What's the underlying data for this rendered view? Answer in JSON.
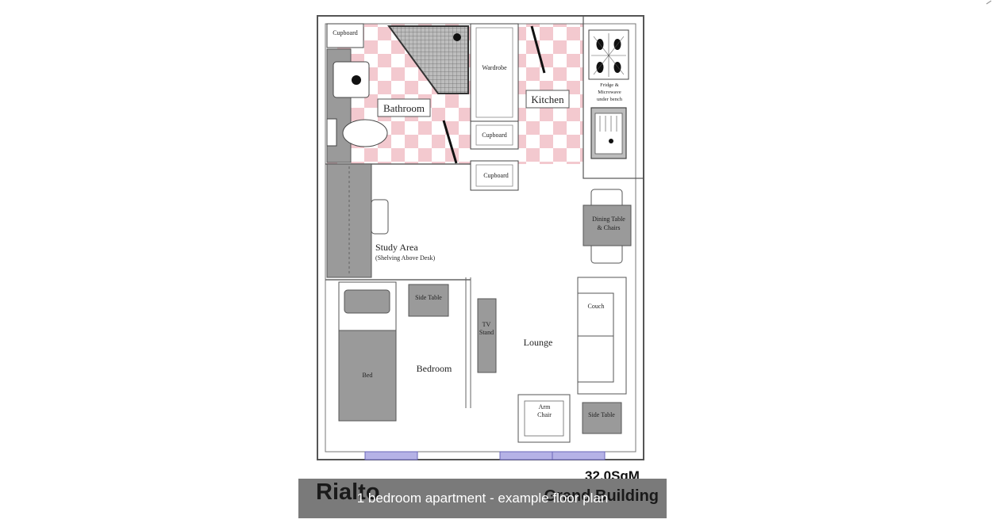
{
  "plan": {
    "labels": {
      "cupboard_top_left": "Cupboard",
      "bathroom": "Bathroom",
      "wardrobe": "Wardrobe",
      "cupboard_mid": "Cupboard",
      "cupboard_lower": "Cupboard",
      "kitchen": "Kitchen",
      "fridge_line1": "Fridge &",
      "fridge_line2": "Microwave",
      "fridge_line3": "under bench",
      "dining_line1": "Dining Table",
      "dining_line2": "& Chairs",
      "study_area": "Study Area",
      "study_note": "(Shelving Above Desk)",
      "side_table_bedroom": "Side Table",
      "tv_line1": "TV",
      "tv_line2": "Stand",
      "couch": "Couch",
      "lounge": "Lounge",
      "bed": "Bed",
      "bedroom": "Bedroom",
      "arm_line1": "Arm",
      "arm_line2": "Chair",
      "side_table_lounge": "Side Table"
    },
    "area": "32.0SqM",
    "building_left": "Rialto",
    "building_right": "Grand Building"
  },
  "caption": "1 bedroom apartment - example floor plan",
  "colors": {
    "tile_pink": "#f3c9cf",
    "furniture_gray": "#9a9a9a",
    "window_lavender": "#b5b2e6",
    "caption_bg": "#7a7a7a"
  }
}
